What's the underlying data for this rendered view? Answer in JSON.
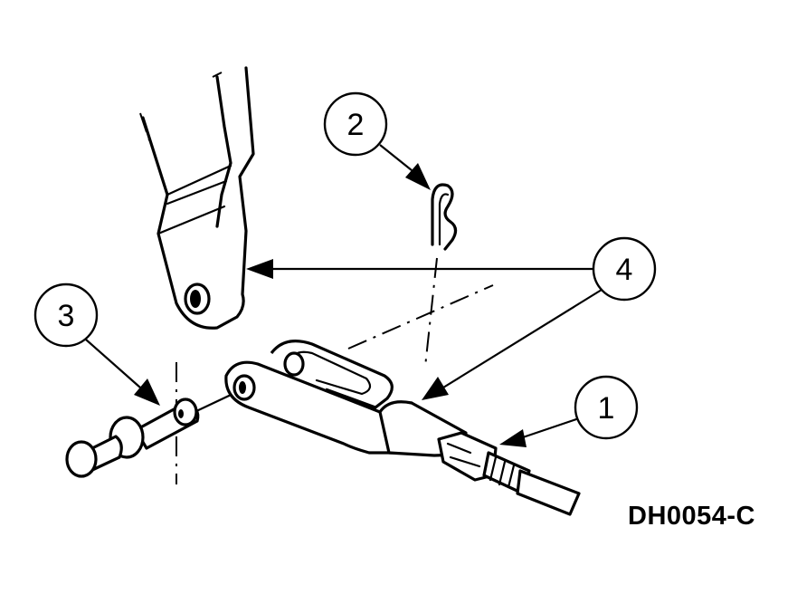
{
  "callouts": [
    {
      "id": "callout-1",
      "label": "1"
    },
    {
      "id": "callout-2",
      "label": "2"
    },
    {
      "id": "callout-3",
      "label": "3"
    },
    {
      "id": "callout-4",
      "label": "4"
    }
  ],
  "figure_id": "DH0054-C"
}
